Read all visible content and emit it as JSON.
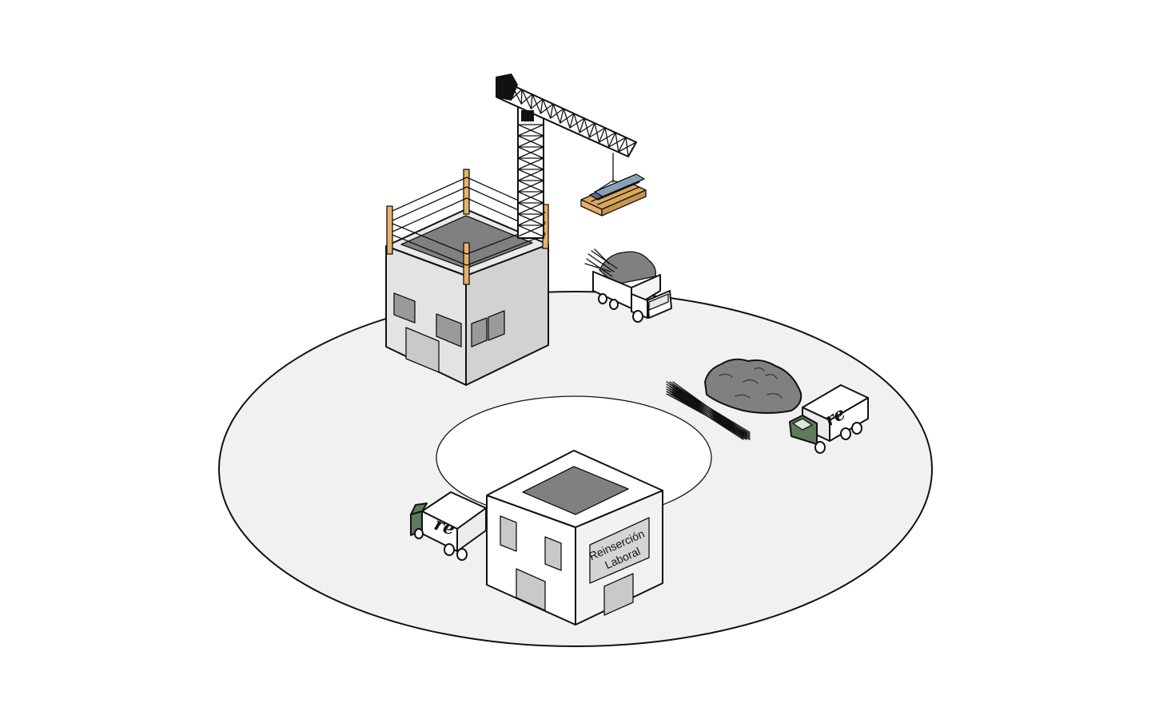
{
  "colors": {
    "ground": "#f1f1f1",
    "building_light": "#f4f4f4",
    "building_mid": "#e2e2e2",
    "building_dark": "#d0d0d0",
    "roof_inset": "#808080",
    "window": "#9a9a9a",
    "door": "#c9c9c9",
    "scaffold_wood": "#e8b268",
    "truck_green": "#5f7a5c",
    "debris": "#808080",
    "sign_bg": "#d4d4d4",
    "timber_blue": "#5b6e8a"
  },
  "icons": {
    "crane": "tower-crane-icon",
    "truck_loaded": "dump-truck-loaded-icon",
    "truck_re": "re-branded-truck-icon",
    "rubble": "rubble-pile-icon",
    "rebar": "rebar-bundle-icon"
  },
  "logos": {
    "truck_mark": "re"
  },
  "labels": {
    "sign_line1": "Reinserción",
    "sign_line2": "Laboral"
  }
}
